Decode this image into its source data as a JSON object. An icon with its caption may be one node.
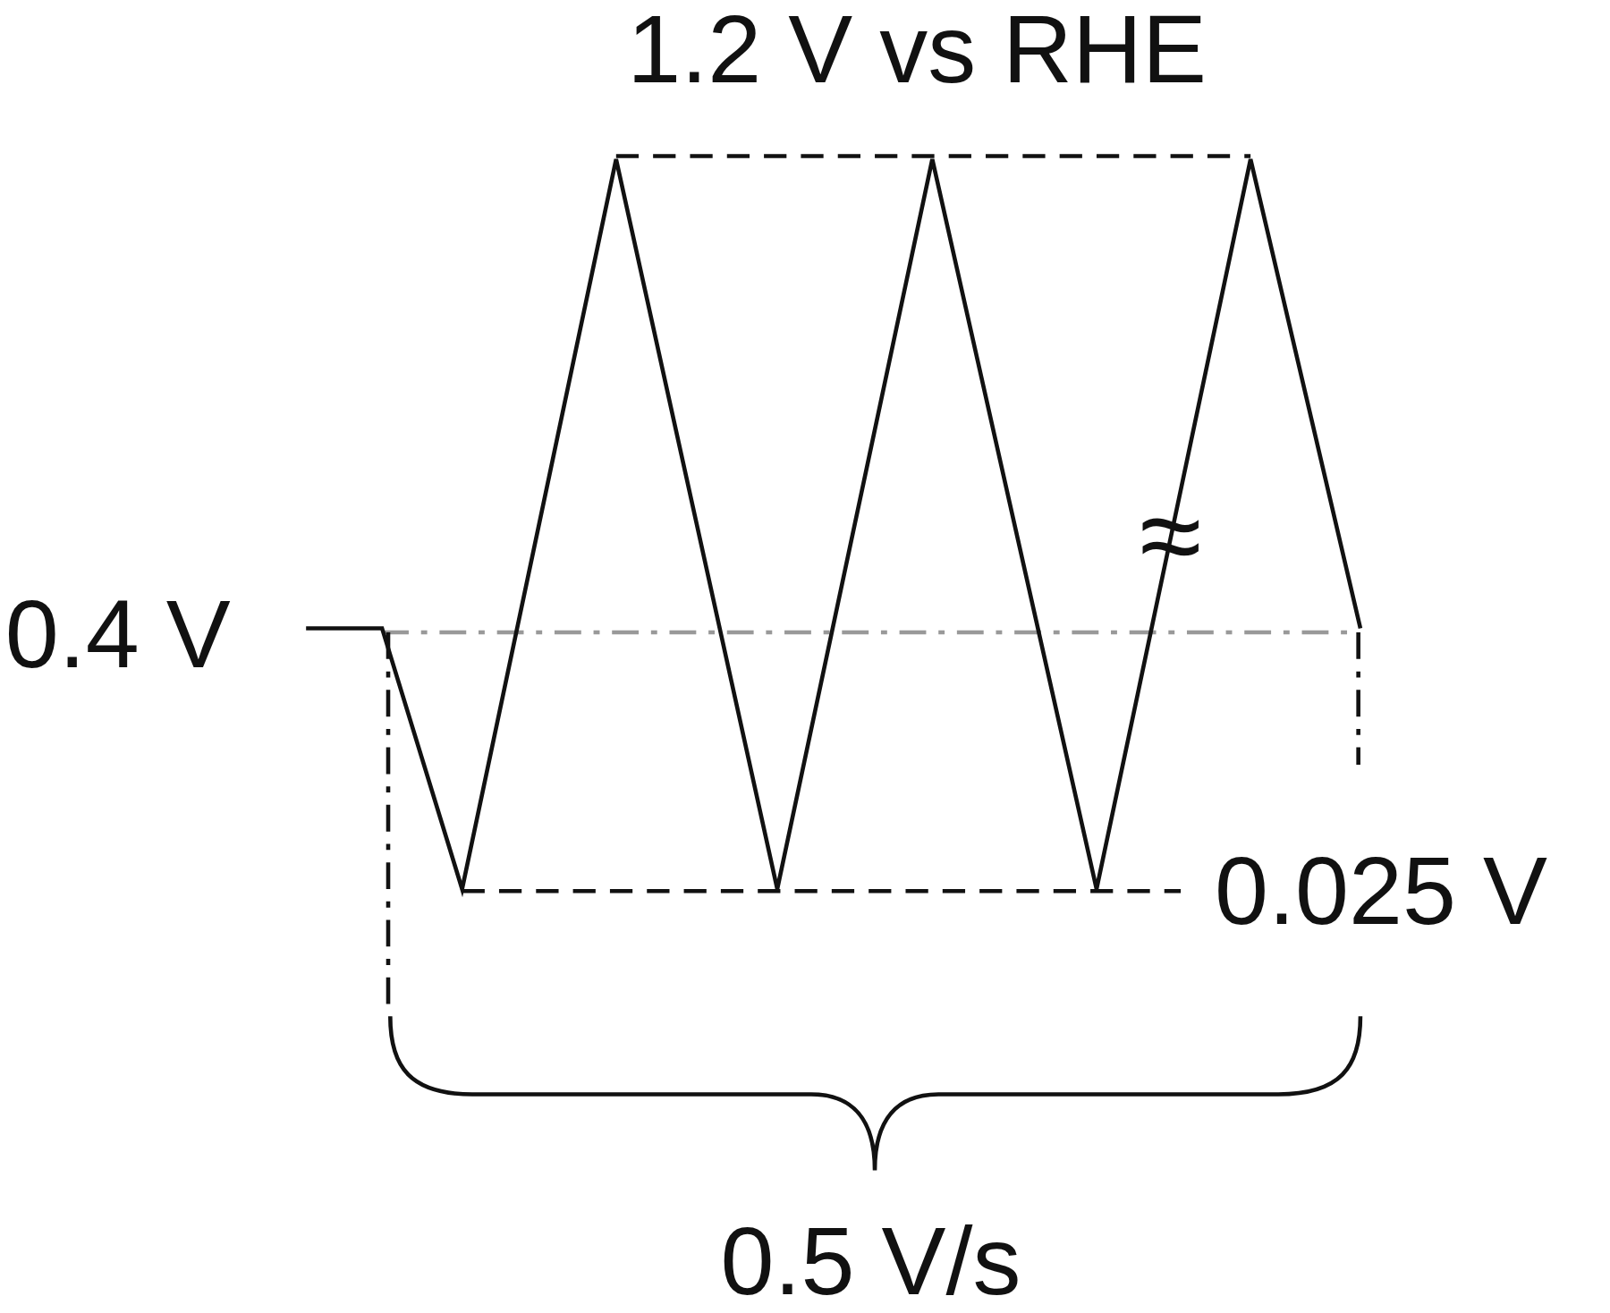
{
  "diagram": {
    "labels": [
      "1.2 V vs RHE",
      "≈",
      "0.4 V",
      "0.025 V",
      "0.5 V/s"
    ]
  }
}
